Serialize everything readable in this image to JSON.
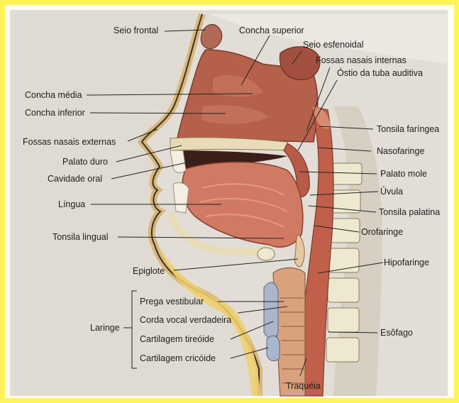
{
  "labels": {
    "seio_frontal": "Seio frontal",
    "concha_superior": "Concha superior",
    "seio_esfenoidal": "Seio esfenoidal",
    "fossas_nasais_internas": "Fossas nasais internas",
    "ostio_tuba": "Óstio da tuba auditiva",
    "concha_media": "Concha média",
    "concha_inferior": "Concha inferior",
    "tonsila_faringea": "Tonsila faríngea",
    "fossas_nasais_externas": "Fossas nasais externas",
    "nasofaringe": "Nasofaringe",
    "palato_duro": "Palato duro",
    "palato_mole": "Palato mole",
    "cavidade_oral": "Cavidade oral",
    "uvula": "Úvula",
    "lingua": "Língua",
    "tonsila_palatina": "Tonsila palatina",
    "orofaringe": "Orofaringe",
    "tonsila_lingual": "Tonsila lingual",
    "hipofaringe": "Hipofaringe",
    "epiglote": "Epiglote",
    "prega_vestibular": "Prega vestibular",
    "corda_vocal": "Corda vocal verdadeira",
    "laringe": "Laringe",
    "cartilagem_tireoide": "Cartilagem tireóide",
    "esofago": "Esôfago",
    "cartilagem_cricoide": "Cartilagem cricóide",
    "traqueia": "Traquéia"
  }
}
